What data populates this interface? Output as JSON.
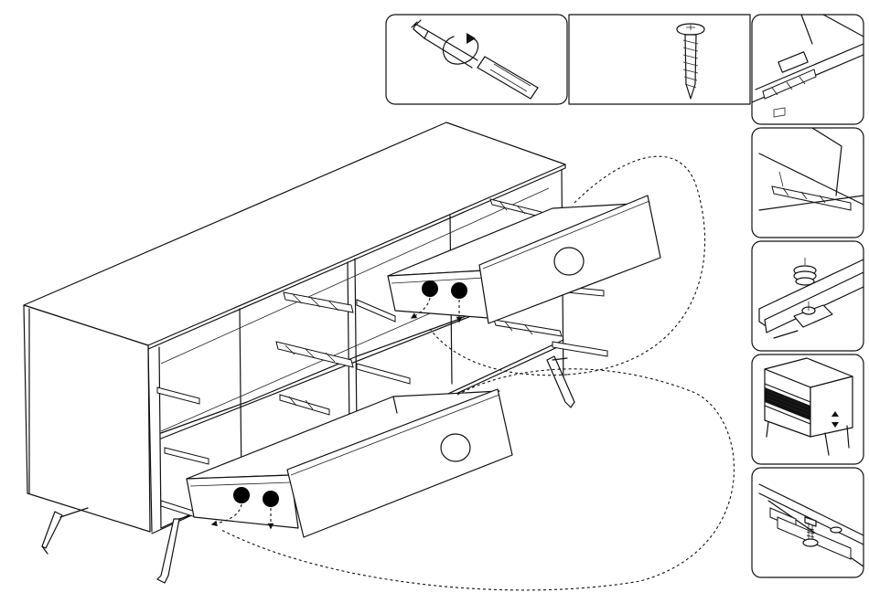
{
  "figure": {
    "type": "assembly-instruction",
    "subject": "sideboard-drawer-installation",
    "tools": [
      "screwdriver-icon",
      "screw-icon"
    ],
    "detail_panels": [
      "rail-latch-detail",
      "rail-front-detail",
      "rail-screw-detail",
      "cabinet-drawer-detail",
      "rail-bolt-detail"
    ],
    "line_color": "#111111",
    "background_color": "#ffffff"
  }
}
